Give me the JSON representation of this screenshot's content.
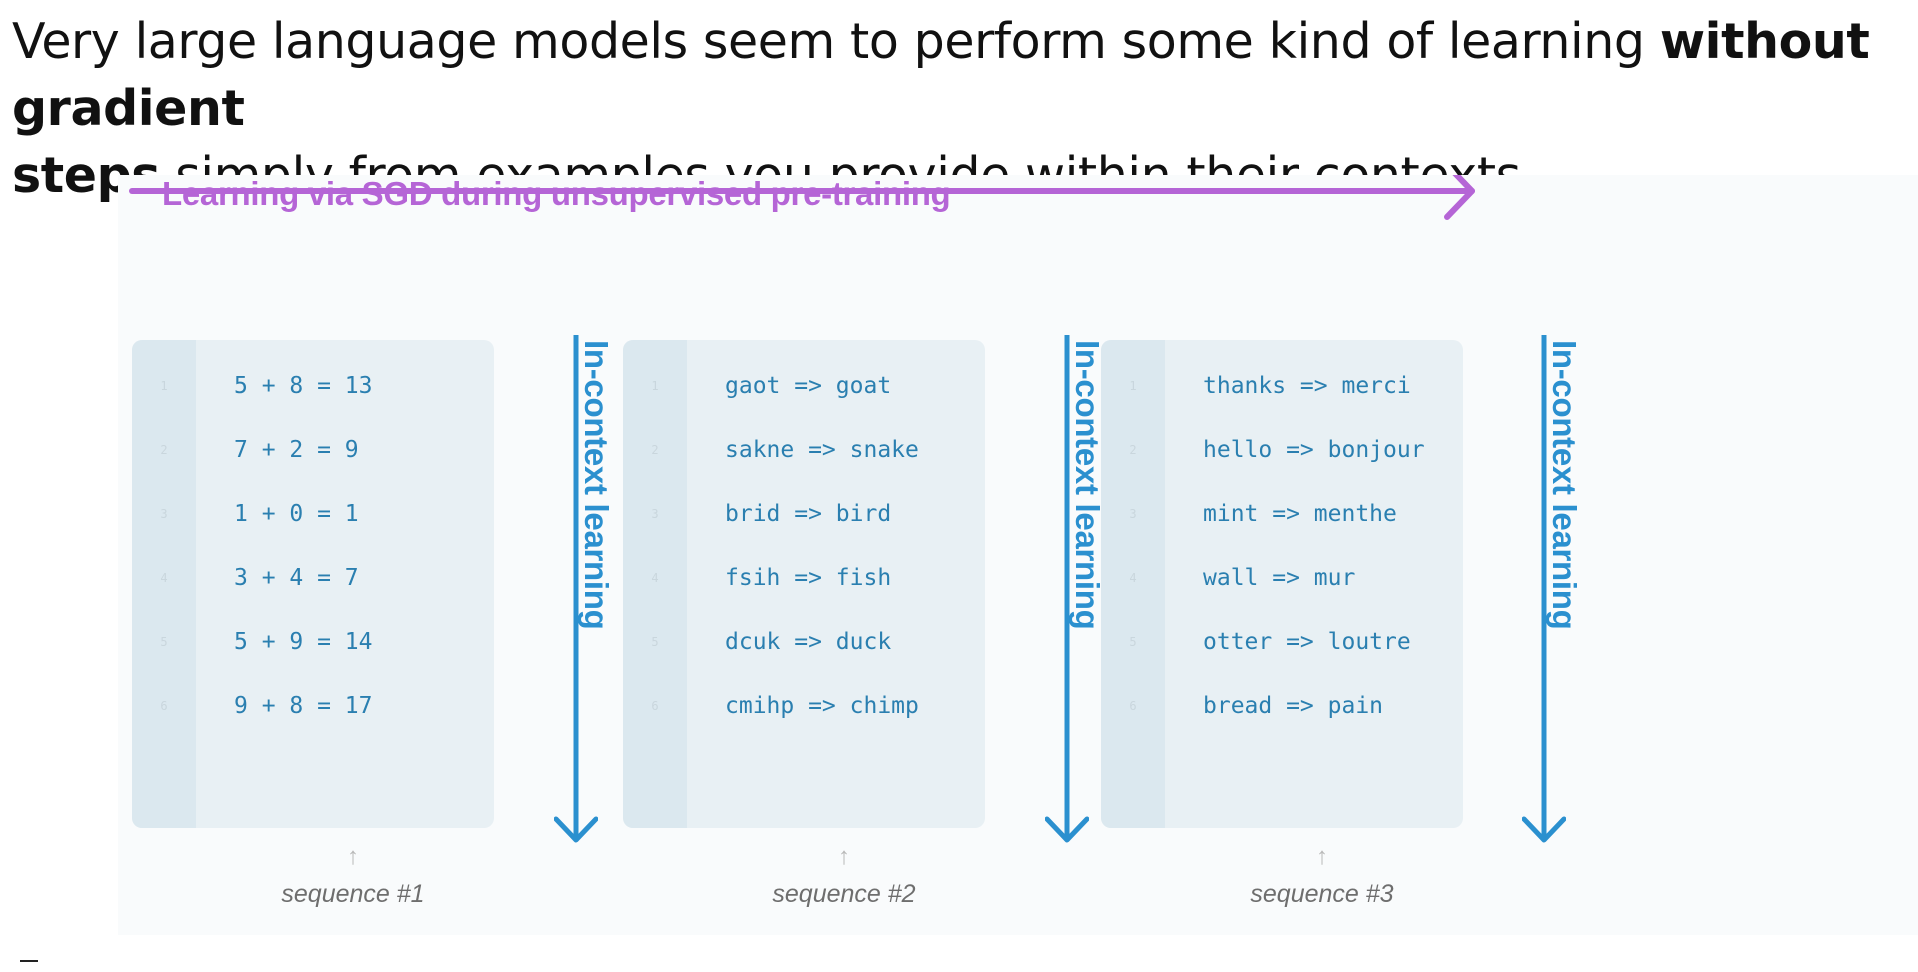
{
  "caption": {
    "pre": "Very large language models seem to perform some kind of learning ",
    "bold1": "without gradient",
    "bold2": "steps",
    "post": " simply from examples you provide within their contexts."
  },
  "diagram": {
    "sgd_label": "Learning via SGD during unsupervised pre-training",
    "icl_label": "In-context learning",
    "colors": {
      "sgd": "#b565d6",
      "icl": "#2b90cf",
      "panel": "#e8f0f4",
      "text": "#2a7fb0"
    },
    "up_arrow": "↑",
    "sequences": [
      {
        "label": "sequence #1",
        "numbers": [
          "1",
          "2",
          "3",
          "4",
          "5",
          "6"
        ],
        "lines": [
          "5 + 8 = 13",
          "7 + 2 = 9",
          "1 + 0 = 1",
          "3 + 4 = 7",
          "5 + 9 = 14",
          "9 + 8 = 17"
        ]
      },
      {
        "label": "sequence #2",
        "numbers": [
          "1",
          "2",
          "3",
          "4",
          "5",
          "6"
        ],
        "lines": [
          "gaot => goat",
          "sakne => snake",
          "brid => bird",
          "fsih => fish",
          "dcuk => duck",
          "cmihp => chimp"
        ]
      },
      {
        "label": "sequence #3",
        "numbers": [
          "1",
          "2",
          "3",
          "4",
          "5",
          "6"
        ],
        "lines": [
          "thanks => merci",
          "hello => bonjour",
          "mint => menthe",
          "wall => mur",
          "otter => loutre",
          "bread => pain"
        ]
      }
    ]
  }
}
